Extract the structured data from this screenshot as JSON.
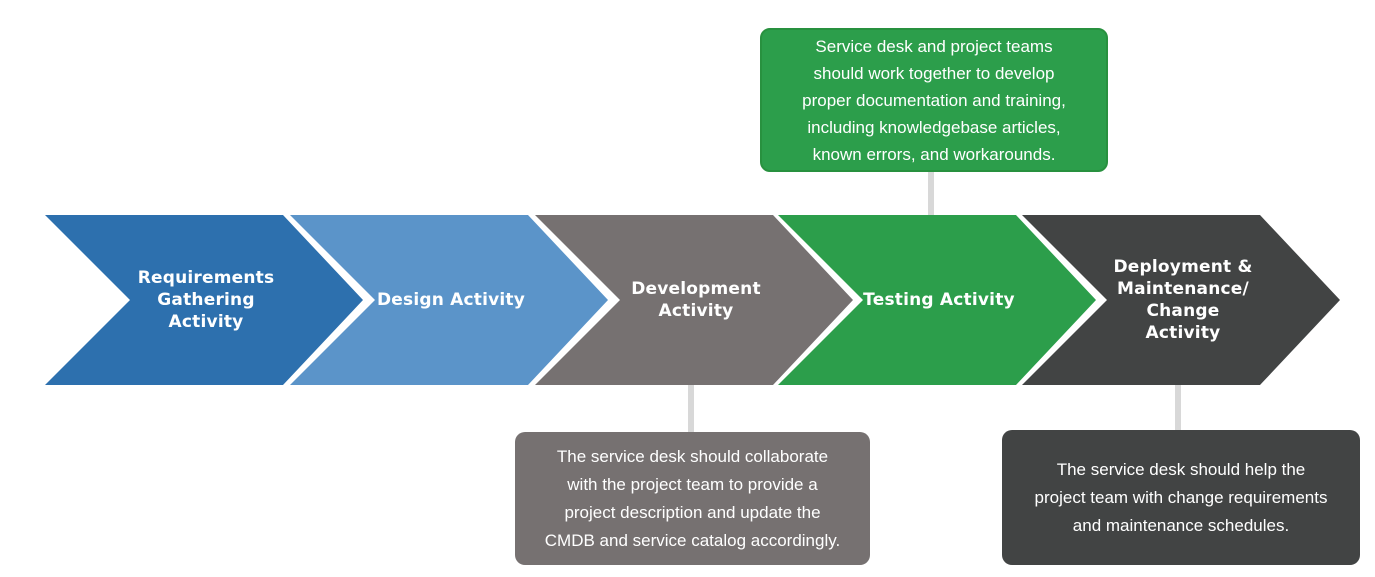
{
  "stages": [
    {
      "id": "requirements",
      "label": "Requirements\nGathering\nActivity",
      "color": "#2D70AE"
    },
    {
      "id": "design",
      "label": "Design Activity",
      "color": "#5B94C9"
    },
    {
      "id": "development",
      "label": "Development\nActivity",
      "color": "#767171"
    },
    {
      "id": "testing",
      "label": "Testing Activity",
      "color": "#2C9E4B"
    },
    {
      "id": "deployment",
      "label": "Deployment &\nMaintenance/\nChange\nActivity",
      "color": "#424444"
    }
  ],
  "callouts": [
    {
      "id": "testing-note",
      "text": "Service desk and project teams\nshould work together to develop\nproper documentation and training,\nincluding knowledgebase articles,\nknown errors, and workarounds.",
      "color": "#2C9E4B",
      "border_color": "#28913F"
    },
    {
      "id": "development-note",
      "text": "The service desk should collaborate\nwith the project team to provide a\nproject description and update the\nCMDB and service catalog accordingly.",
      "color": "#767171",
      "border_color": "#767171"
    },
    {
      "id": "deployment-note",
      "text": "The service desk should help the\nproject team with change requirements\nand maintenance schedules.",
      "color": "#424444",
      "border_color": "#424444"
    }
  ],
  "colors": {
    "connector": "#D8D8D8",
    "label_text": "#FFFFFF",
    "background": "#FFFFFF"
  }
}
